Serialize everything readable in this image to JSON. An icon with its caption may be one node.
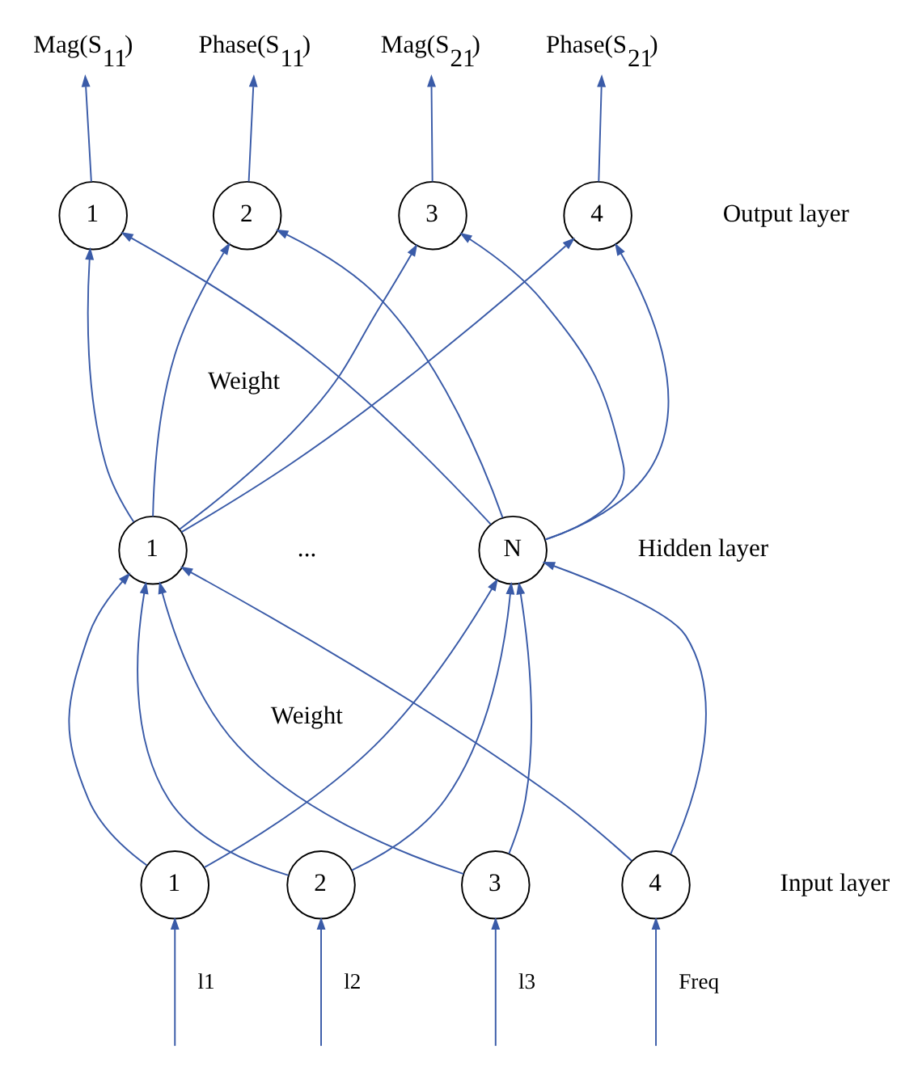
{
  "diagram": {
    "nodes": [
      {
        "text": [
          "Mag(S$_{11}$)"
        ]
      },
      {
        "text": [
          "Phase(S$_{11}$)"
        ]
      },
      {
        "text": [
          "Mag(S$_{21}$)"
        ]
      },
      {
        "text": [
          "Phase(S$_{21}$)"
        ]
      },
      {
        "text": [
          "1"
        ]
      },
      {
        "text": [
          "2"
        ]
      },
      {
        "text": [
          "3"
        ]
      },
      {
        "text": [
          "4"
        ]
      },
      {
        "text": [
          "1"
        ]
      },
      {
        "text": [
          "N"
        ]
      },
      {
        "text": [
          "1"
        ]
      },
      {
        "text": [
          "2"
        ]
      },
      {
        "text": [
          "3"
        ]
      },
      {
        "text": [
          "4"
        ]
      }
    ],
    "edges": [
      {
        "from": 4,
        "to": 0,
        "arrow": "to"
      },
      {
        "from": 5,
        "to": 1,
        "arrow": "to"
      },
      {
        "from": 6,
        "to": 2,
        "arrow": "to"
      },
      {
        "from": 7,
        "to": 3,
        "arrow": "to"
      },
      {
        "from": 8,
        "to": 4,
        "arrow": "to"
      },
      {
        "from": 8,
        "to": 5,
        "arrow": "to"
      },
      {
        "from": 8,
        "to": 6,
        "arrow": "to"
      },
      {
        "from": 8,
        "to": 7,
        "arrow": "to"
      },
      {
        "from": 9,
        "to": 4,
        "arrow": "to"
      },
      {
        "from": 9,
        "to": 5,
        "arrow": "to"
      },
      {
        "from": 9,
        "to": 6,
        "arrow": "to"
      },
      {
        "from": 9,
        "to": 7,
        "arrow": "to"
      },
      {
        "from": 10,
        "to": 8,
        "arrow": "to"
      },
      {
        "from": 10,
        "to": 9,
        "arrow": "to"
      },
      {
        "from": 11,
        "to": 8,
        "arrow": "to"
      },
      {
        "from": 11,
        "to": 9,
        "arrow": "to"
      },
      {
        "from": 12,
        "to": 8,
        "arrow": "to"
      },
      {
        "from": 12,
        "to": 9,
        "arrow": "to"
      },
      {
        "from": 13,
        "to": 8,
        "arrow": "to"
      },
      {
        "from": 13,
        "to": 9,
        "arrow": "to"
      },
      {
        "from": null,
        "to": 10,
        "arrow": "to",
        "label": "l1"
      },
      {
        "from": null,
        "to": 11,
        "arrow": "to",
        "label": "l2"
      },
      {
        "from": null,
        "to": 12,
        "arrow": "to",
        "label": "l3"
      },
      {
        "from": null,
        "to": 13,
        "arrow": "to",
        "label": "Freq"
      }
    ],
    "labels": [
      "Output layer",
      "Weight",
      "...",
      "Hidden layer",
      "Weight",
      "Input layer"
    ]
  }
}
